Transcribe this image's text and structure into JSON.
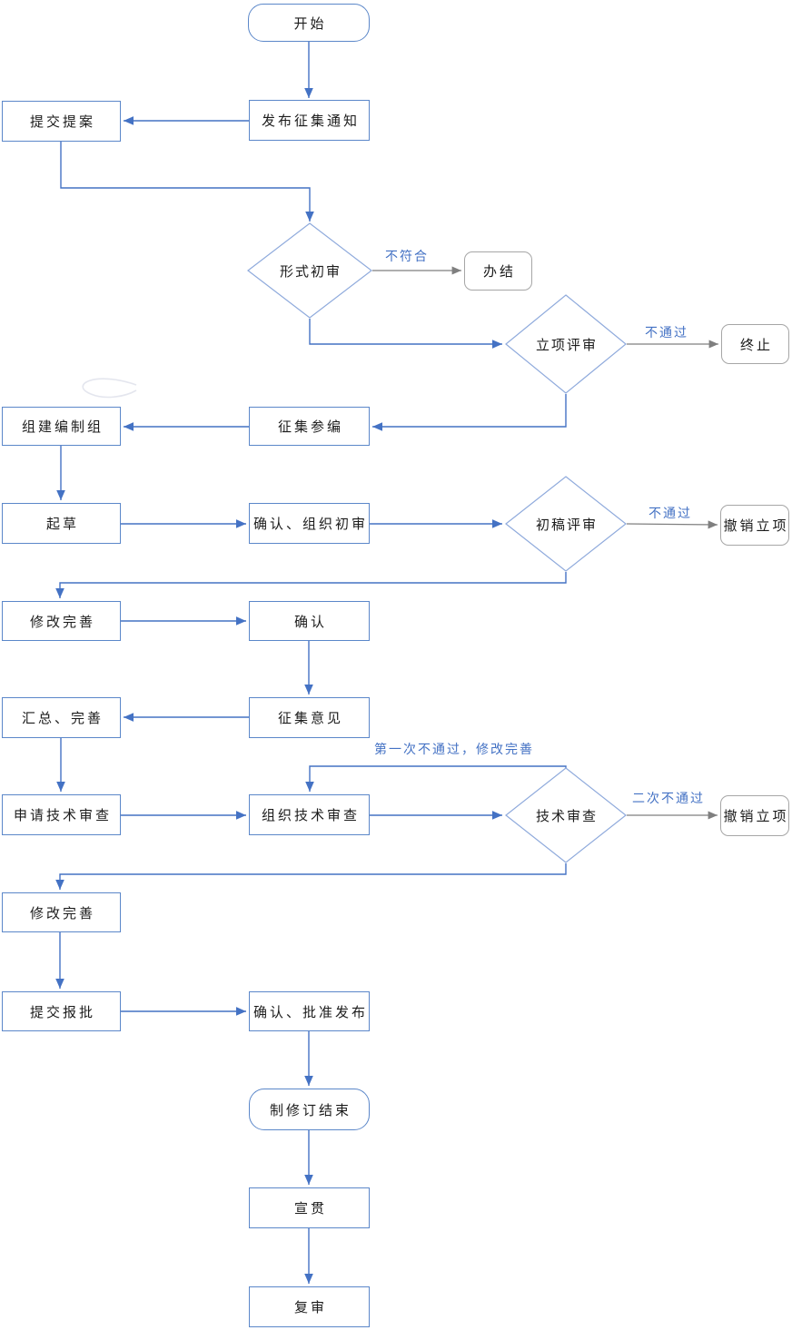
{
  "nodes": {
    "start": "开始",
    "publish_notice": "发布征集通知",
    "submit_proposal": "提交提案",
    "formal_review": "形式初审",
    "close_case": "办结",
    "project_review": "立项评审",
    "terminate": "终止",
    "recruit_editors": "征集参编",
    "form_drafting_group": "组建编制组",
    "draft": "起草",
    "confirm_org_review": "确认、组织初审",
    "first_draft_review": "初稿评审",
    "cancel_project_1": "撤销立项",
    "revise_1": "修改完善",
    "confirm": "确认",
    "collect_opinions": "征集意见",
    "summarize_improve": "汇总、完善",
    "apply_tech_review": "申请技术审查",
    "organize_tech_review": "组织技术审查",
    "tech_review": "技术审查",
    "cancel_project_2": "撤销立项",
    "revise_2": "修改完善",
    "submit_approval": "提交报批",
    "confirm_approve_publish": "确认、批准发布",
    "revision_end": "制修订结束",
    "promotion": "宣贯",
    "re_review": "复审"
  },
  "edge_labels": {
    "not_conforming": "不符合",
    "not_passed_project": "不通过",
    "not_passed_draft": "不通过",
    "first_fail_revise": "第一次不通过，修改完善",
    "second_fail": "二次不通过"
  },
  "colors": {
    "connector_blue": "#4472c4",
    "rect_border_blue": "#5b87c9",
    "diamond_border_blue": "#8faadc",
    "gray_border": "#a6a6a6",
    "gray_arrow": "#7f7f7f",
    "edge_label_blue": "#4472c4",
    "node_text": "#1c1c1c"
  }
}
